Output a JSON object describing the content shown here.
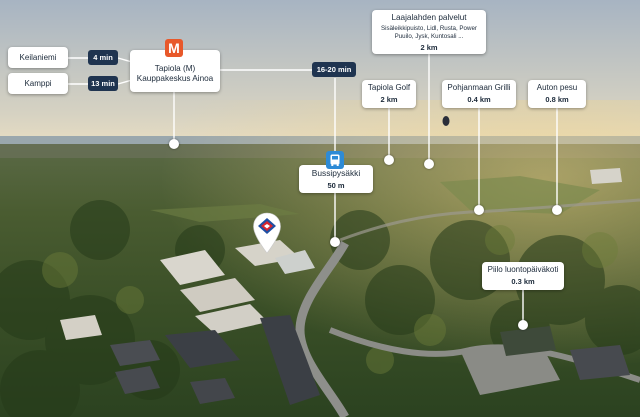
{
  "scene": {
    "palette": {
      "sky_top": "#a7b4c2",
      "sky_horizon": "#e6dcc2",
      "sea": "#9aa7ad",
      "forest_far": "#4e5d3a",
      "forest_mid": "#3a4f27",
      "forest_near": "#2b4220",
      "road": "#8e8f8b",
      "roof_dark": "#3b3f45",
      "building_light": "#d9d6cd",
      "accent_navy": "#1f3450",
      "accent_orange": "#e8582a",
      "accent_blue": "#2e8bd6"
    }
  },
  "labels": {
    "keilaniemi": {
      "name": "Keilaniemi",
      "time": "4 min"
    },
    "kamppi": {
      "name": "Kamppi",
      "time": "13 min"
    },
    "tapiola_m": {
      "name_line1": "Tapiola (M)",
      "name_line2": "Kauppakeskus Ainoa",
      "time": "16-20 min",
      "icon": "metro-icon"
    },
    "laajalahti": {
      "name": "Laajalahden palvelut",
      "sub_line1": "Sisäleikkipuisto, Lidl, Rusta, Power",
      "sub_line2": "Puuilo, Jysk, Kuntosali ...",
      "distance": "2 km"
    },
    "tapiola_golf": {
      "name": "Tapiola Golf",
      "distance": "2 km"
    },
    "pohjanmaan_grilli": {
      "name": "Pohjanmaan Grilli",
      "distance": "0.4 km"
    },
    "auton_pesu": {
      "name": "Auton pesu",
      "distance": "0.8 km"
    },
    "bussipysakki": {
      "name": "Bussipysäkki",
      "distance": "50 m",
      "icon": "bus-icon"
    },
    "piilo": {
      "name": "Piilo luontopäiväkoti",
      "distance": "0.3 km"
    }
  },
  "marker": {
    "icon": "location-pin-icon",
    "logo": "house-logo-icon"
  }
}
